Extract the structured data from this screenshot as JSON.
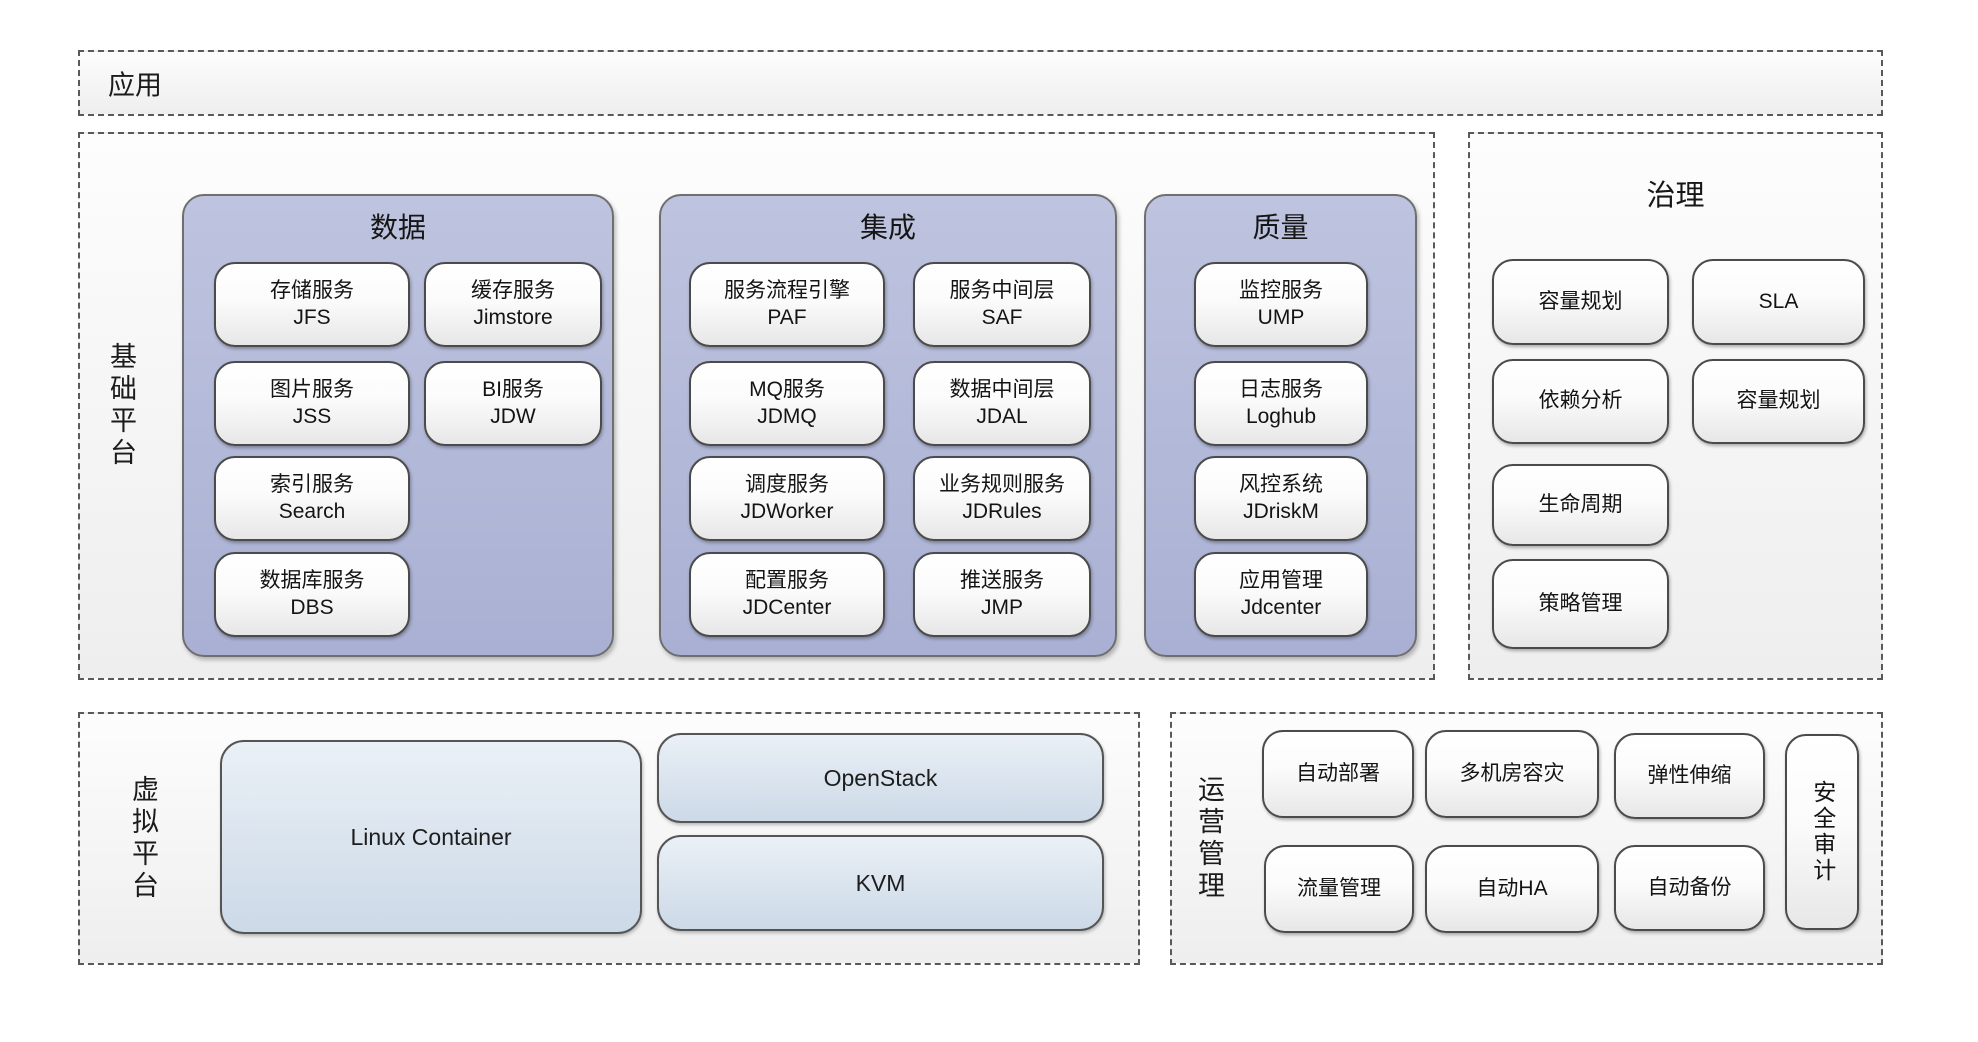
{
  "app": {
    "label": "应用"
  },
  "base": {
    "label": "基础平台",
    "groups": [
      {
        "title": "数据",
        "services": [
          {
            "name": "存储服务",
            "code": "JFS"
          },
          {
            "name": "缓存服务",
            "code": "Jimstore"
          },
          {
            "name": "图片服务",
            "code": "JSS"
          },
          {
            "name": "BI服务",
            "code": "JDW"
          },
          {
            "name": "索引服务",
            "code": "Search"
          },
          {
            "name": "数据库服务",
            "code": "DBS"
          }
        ]
      },
      {
        "title": "集成",
        "services": [
          {
            "name": "服务流程引擎",
            "code": "PAF"
          },
          {
            "name": "服务中间层",
            "code": "SAF"
          },
          {
            "name": "MQ服务",
            "code": "JDMQ"
          },
          {
            "name": "数据中间层",
            "code": "JDAL"
          },
          {
            "name": "调度服务",
            "code": "JDWorker"
          },
          {
            "name": "业务规则服务",
            "code": "JDRules"
          },
          {
            "name": "配置服务",
            "code": "JDCenter"
          },
          {
            "name": "推送服务",
            "code": "JMP"
          }
        ]
      },
      {
        "title": "质量",
        "services": [
          {
            "name": "监控服务",
            "code": "UMP"
          },
          {
            "name": "日志服务",
            "code": "Loghub"
          },
          {
            "name": "风控系统",
            "code": "JDriskM"
          },
          {
            "name": "应用管理",
            "code": "Jdcenter"
          }
        ]
      }
    ]
  },
  "governance": {
    "title": "治理",
    "items": [
      "容量规划",
      "SLA",
      "依赖分析",
      "容量规划",
      "生命周期",
      "策略管理"
    ]
  },
  "virtual": {
    "label": "虚拟平台",
    "items": [
      "Linux Container",
      "OpenStack",
      "KVM"
    ]
  },
  "operations": {
    "label": "运营管理",
    "items": [
      "自动部署",
      "多机房容灾",
      "弹性伸缩",
      "流量管理",
      "自动HA",
      "自动备份",
      "安全审计"
    ]
  },
  "colors": {
    "group-fill-top": "#bec4df",
    "group-fill-bottom": "#a9b0d3",
    "blue-fill-top": "#eaf0f6",
    "blue-fill-bottom": "#ccd9e7",
    "region-border": "#595959"
  }
}
